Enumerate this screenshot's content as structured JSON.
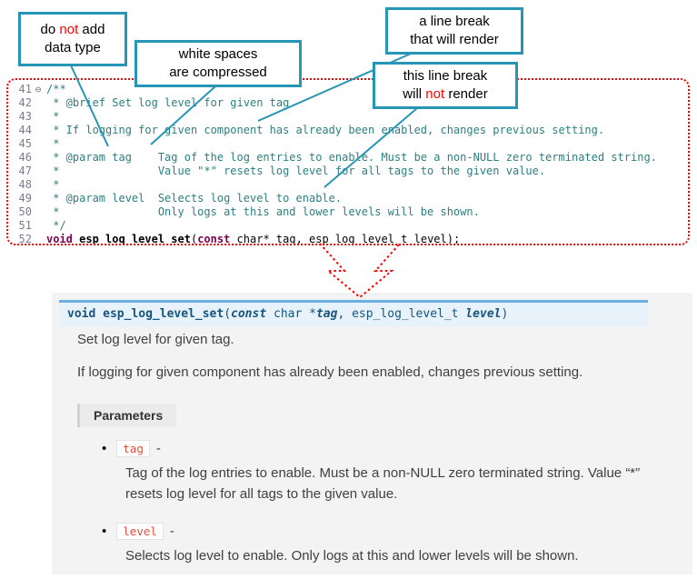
{
  "colors": {
    "callout_border": "#2795b5",
    "highlight_red": "#fe0000",
    "comment_teal": "#2d7f80",
    "keyword_maroon": "#7f0055",
    "signature_bg": "#e7f2fa",
    "signature_border": "#6ab0de",
    "signature_text": "#17547e",
    "param_literal_red": "#e74c3c",
    "docs_bg": "#f3f3f3",
    "body_text": "#404040"
  },
  "callouts": [
    {
      "lines": [
        [
          {
            "t": "do "
          },
          {
            "t": "not",
            "red": true
          },
          {
            "t": " add"
          }
        ],
        [
          {
            "t": "data type"
          }
        ]
      ]
    },
    {
      "lines": [
        [
          {
            "t": "white spaces"
          }
        ],
        [
          {
            "t": "are  compressed"
          }
        ]
      ]
    },
    {
      "lines": [
        [
          {
            "t": "a line break"
          }
        ],
        [
          {
            "t": "that will render"
          }
        ]
      ]
    },
    {
      "lines": [
        [
          {
            "t": "this line break"
          }
        ],
        [
          {
            "t": "will "
          },
          {
            "t": "not",
            "red": true
          },
          {
            "t": " render"
          }
        ]
      ]
    }
  ],
  "code": {
    "fold_icon": "circled-minus",
    "lines": [
      {
        "num": "41",
        "fold": "⊖",
        "tokens": [
          {
            "t": "/**",
            "cls": "cmt"
          }
        ]
      },
      {
        "num": "42",
        "tokens": [
          {
            "t": " * @brief Set log level for given tag",
            "cls": "cmt"
          }
        ]
      },
      {
        "num": "43",
        "tokens": [
          {
            "t": " *",
            "cls": "cmt"
          }
        ]
      },
      {
        "num": "44",
        "tokens": [
          {
            "t": " * If logging for given component has already been enabled, changes previous setting.",
            "cls": "cmt"
          }
        ]
      },
      {
        "num": "45",
        "tokens": [
          {
            "t": " *",
            "cls": "cmt"
          }
        ]
      },
      {
        "num": "46",
        "tokens": [
          {
            "t": " * @param tag    Tag of the log entries to enable. Must be a non-NULL zero terminated string.",
            "cls": "cmt"
          }
        ]
      },
      {
        "num": "47",
        "tokens": [
          {
            "t": " *               Value \"*\" resets log level for all tags to the given value.",
            "cls": "cmt"
          }
        ]
      },
      {
        "num": "48",
        "tokens": [
          {
            "t": " *",
            "cls": "cmt"
          }
        ]
      },
      {
        "num": "49",
        "tokens": [
          {
            "t": " * @param level  Selects log level to enable.",
            "cls": "cmt"
          }
        ]
      },
      {
        "num": "50",
        "tokens": [
          {
            "t": " *               Only logs at this and lower levels will be shown.",
            "cls": "cmt"
          }
        ]
      },
      {
        "num": "51",
        "tokens": [
          {
            "t": " */",
            "cls": "cmt"
          }
        ]
      },
      {
        "num": "52",
        "tokens": [
          {
            "t": "void",
            "cls": "kw"
          },
          {
            "t": " ",
            "cls": "pl"
          },
          {
            "t": "esp_log_level_set",
            "cls": "fn"
          },
          {
            "t": "(",
            "cls": "pl"
          },
          {
            "t": "const",
            "cls": "kw"
          },
          {
            "t": " char* tag, esp_log_level_t level);",
            "cls": "pl"
          }
        ]
      }
    ]
  },
  "docs": {
    "signature": [
      {
        "t": "void",
        "cls": "s-kw"
      },
      {
        "t": " ",
        "cls": "s"
      },
      {
        "t": "esp_log_level_set",
        "cls": "s-name"
      },
      {
        "t": "(",
        "cls": "s"
      },
      {
        "t": "const",
        "cls": "s-kwit"
      },
      {
        "t": " char *",
        "cls": "s"
      },
      {
        "t": "tag",
        "cls": "s-param"
      },
      {
        "t": ", ",
        "cls": "s"
      },
      {
        "t": "esp_log_level_t",
        "cls": "s"
      },
      {
        "t": " ",
        "cls": "s"
      },
      {
        "t": "level",
        "cls": "s-param"
      },
      {
        "t": ")",
        "cls": "s"
      }
    ],
    "brief": "Set log level for given tag.",
    "description": "If logging for given component has already been enabled, changes previous setting.",
    "parameters_label": "Parameters",
    "parameters": [
      {
        "name": "tag",
        "sep": "-",
        "desc": "Tag of the log entries to enable. Must be a non-NULL zero terminated string. Value “*” resets log level for all tags to the given value."
      },
      {
        "name": "level",
        "sep": "-",
        "desc": "Selects log level to enable. Only logs at this and lower levels will be shown."
      }
    ]
  }
}
